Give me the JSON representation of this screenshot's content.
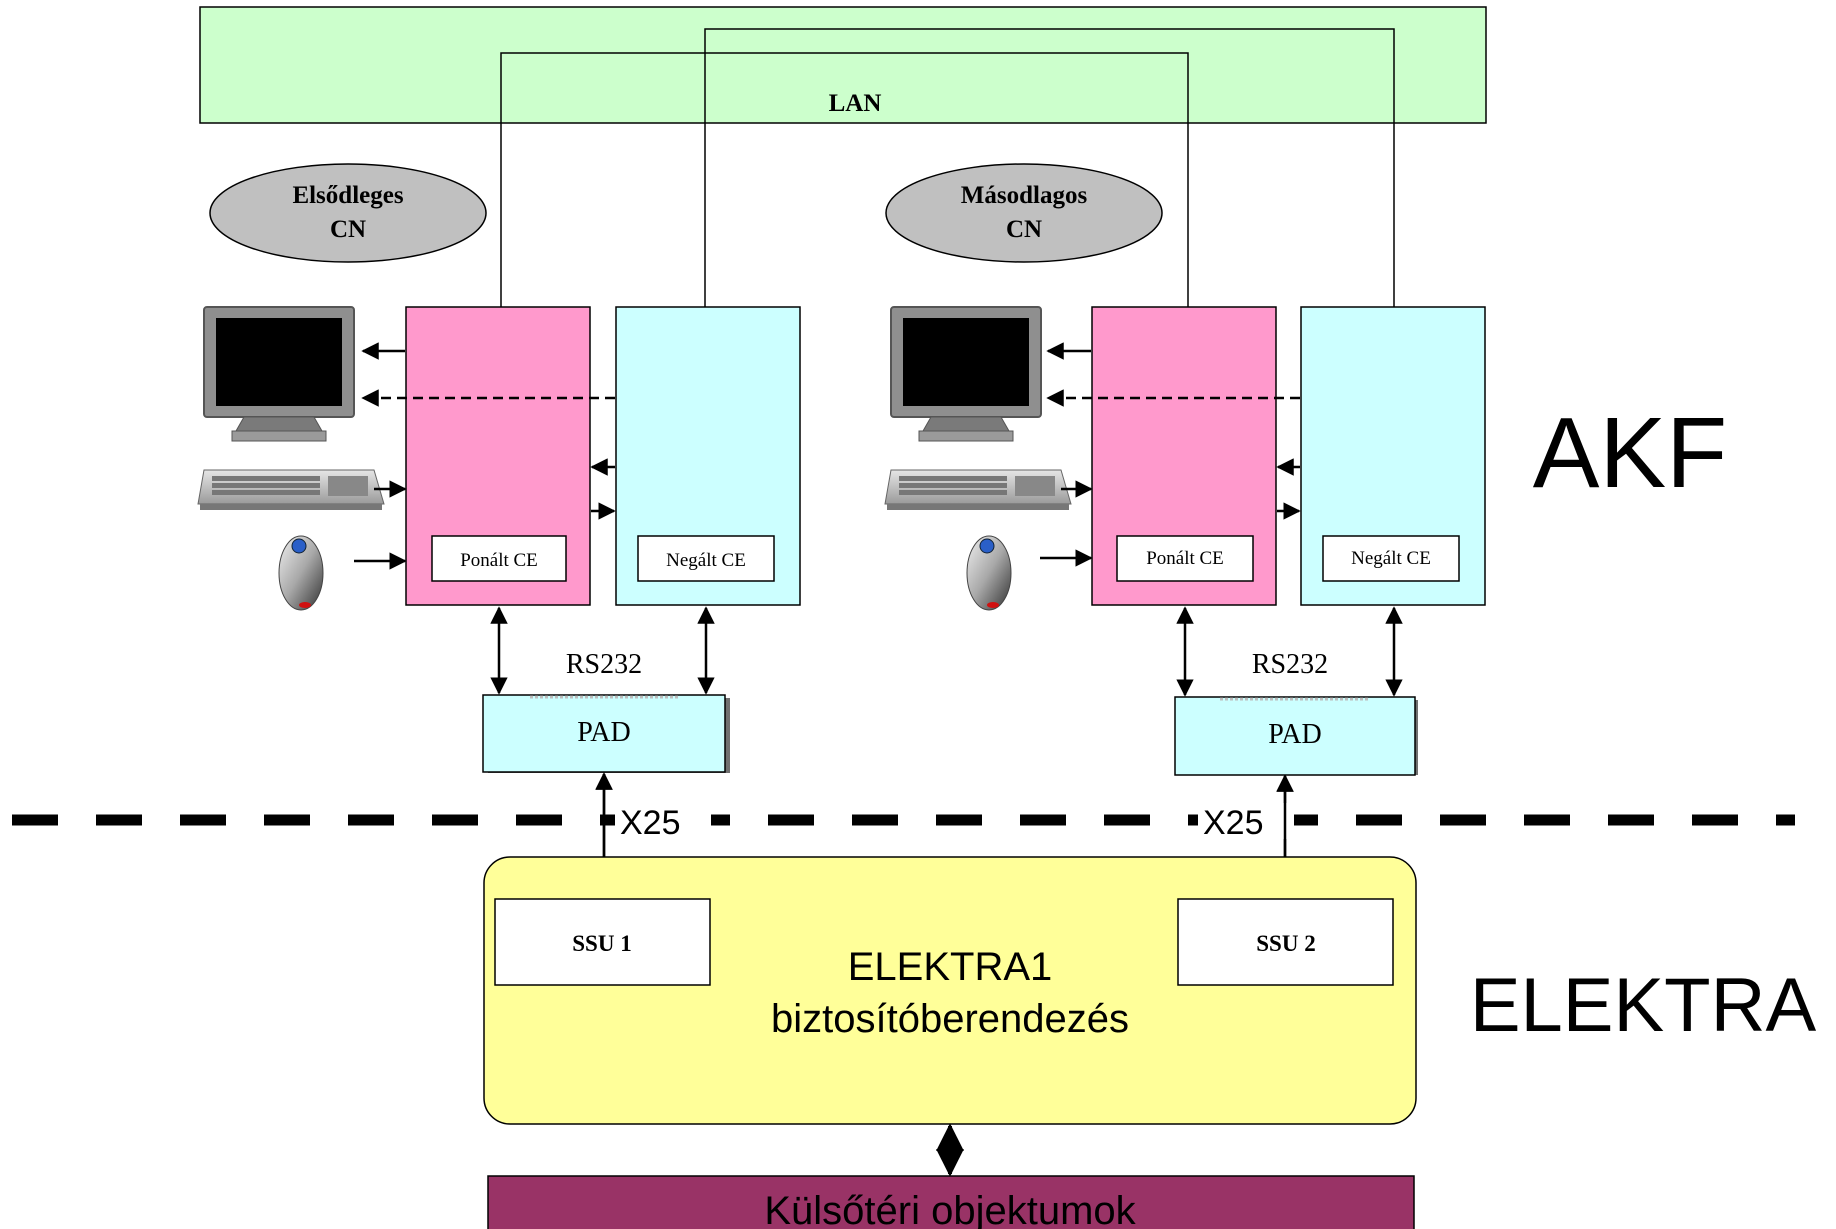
{
  "lan": {
    "label": "LAN"
  },
  "sites": [
    {
      "cn_label_line1": "Elsődleges",
      "cn_label_line2": "CN",
      "ce_primary_label": "Ponált CE",
      "ce_secondary_label": "Negált CE",
      "rs232_label": "RS232",
      "pad_label": "PAD",
      "x25_label": "X25",
      "ssu_label": "SSU 1"
    },
    {
      "cn_label_line1": "Másodlagos",
      "cn_label_line2": "CN",
      "ce_primary_label": "Ponált CE",
      "ce_secondary_label": "Negált CE",
      "rs232_label": "RS232",
      "pad_label": "PAD",
      "x25_label": "X25",
      "ssu_label": "SSU 2"
    }
  ],
  "elektra_box": {
    "line1": "ELEKTRA1",
    "line2": "biztosítóberendezés"
  },
  "outdoor": {
    "label": "Külsőtéri objektumok"
  },
  "zones": {
    "akf": "AKF",
    "elektra": "ELEKTRA"
  },
  "colors": {
    "lan_fill": "#ccffcc",
    "primary_ce_fill": "#ff99cc",
    "secondary_ce_fill": "#ccffff",
    "pad_fill": "#ccffff",
    "cn_fill": "#c0c0c0",
    "elektra_fill": "#ffff99",
    "outdoor_fill": "#993366"
  },
  "icons": [
    "monitor-icon",
    "keyboard-icon",
    "mouse-icon"
  ]
}
